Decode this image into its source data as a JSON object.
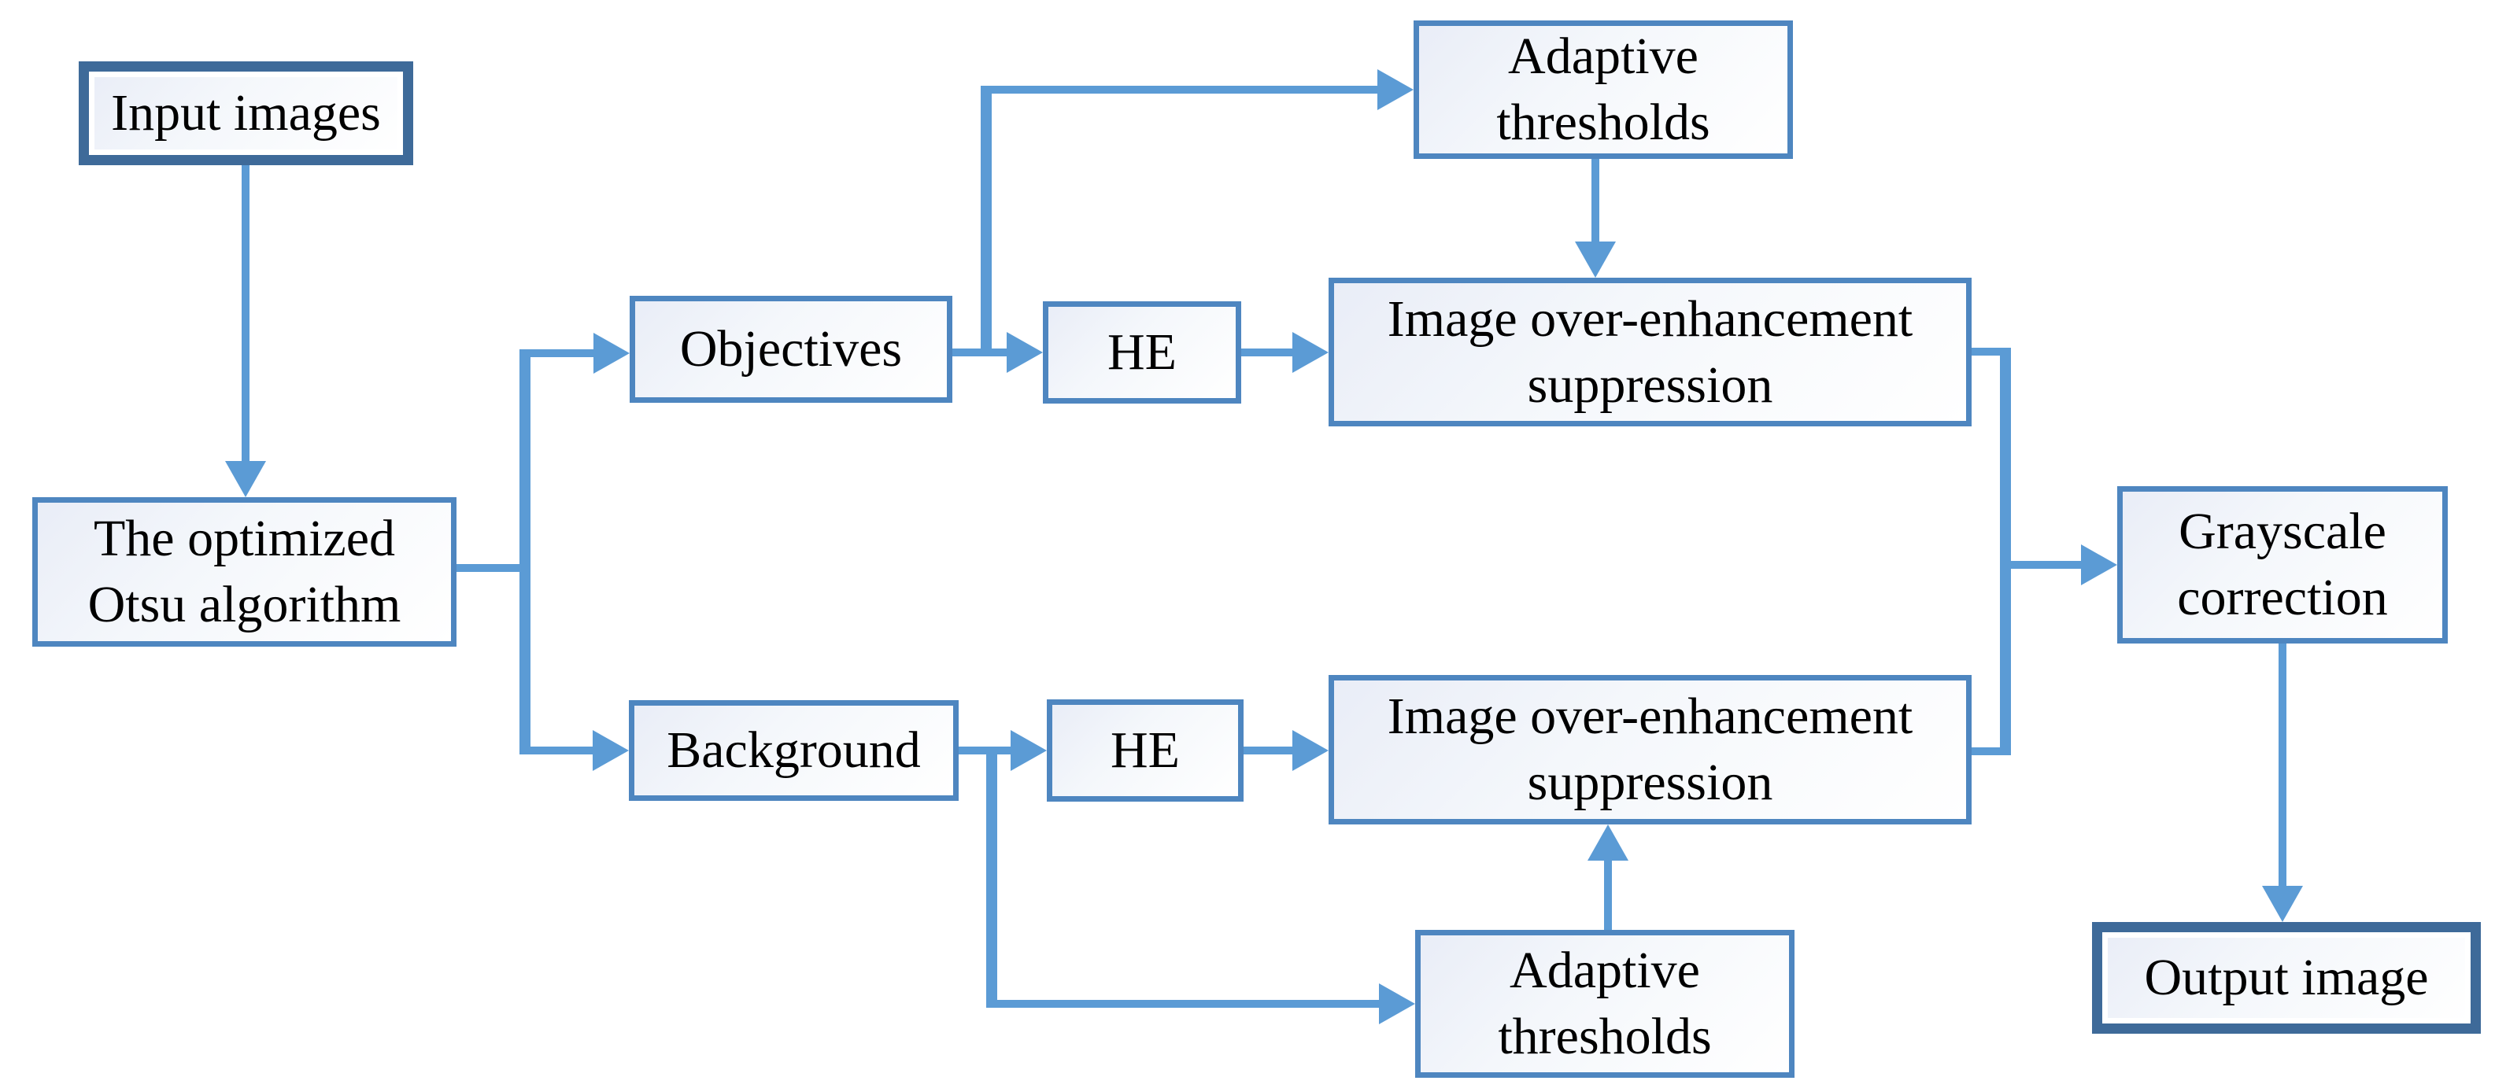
{
  "diagram": {
    "nodes": {
      "input": {
        "label": "Input images"
      },
      "otsu": {
        "line1": "The optimized",
        "line2": "Otsu algorithm"
      },
      "objectives": {
        "label": "Objectives"
      },
      "he_top": {
        "label": "HE"
      },
      "adaptive_top": {
        "line1": "Adaptive",
        "line2": "thresholds"
      },
      "suppression_top": {
        "line1": "Image over-enhancement",
        "line2": "suppression"
      },
      "background": {
        "label": "Background"
      },
      "he_bottom": {
        "label": "HE"
      },
      "adaptive_bottom": {
        "line1": "Adaptive",
        "line2": "thresholds"
      },
      "suppression_bottom": {
        "line1": "Image over-enhancement",
        "line2": "suppression"
      },
      "grayscale": {
        "line1": "Grayscale",
        "line2": "correction"
      },
      "output": {
        "label": "Output image"
      }
    },
    "colors": {
      "connector": "#5b9bd5",
      "box_border": "#4e86c0",
      "emphasis_border": "#3e6a99",
      "box_fill_start": "#e9edf7",
      "box_fill_end": "#ffffff",
      "text": "#000000"
    }
  }
}
